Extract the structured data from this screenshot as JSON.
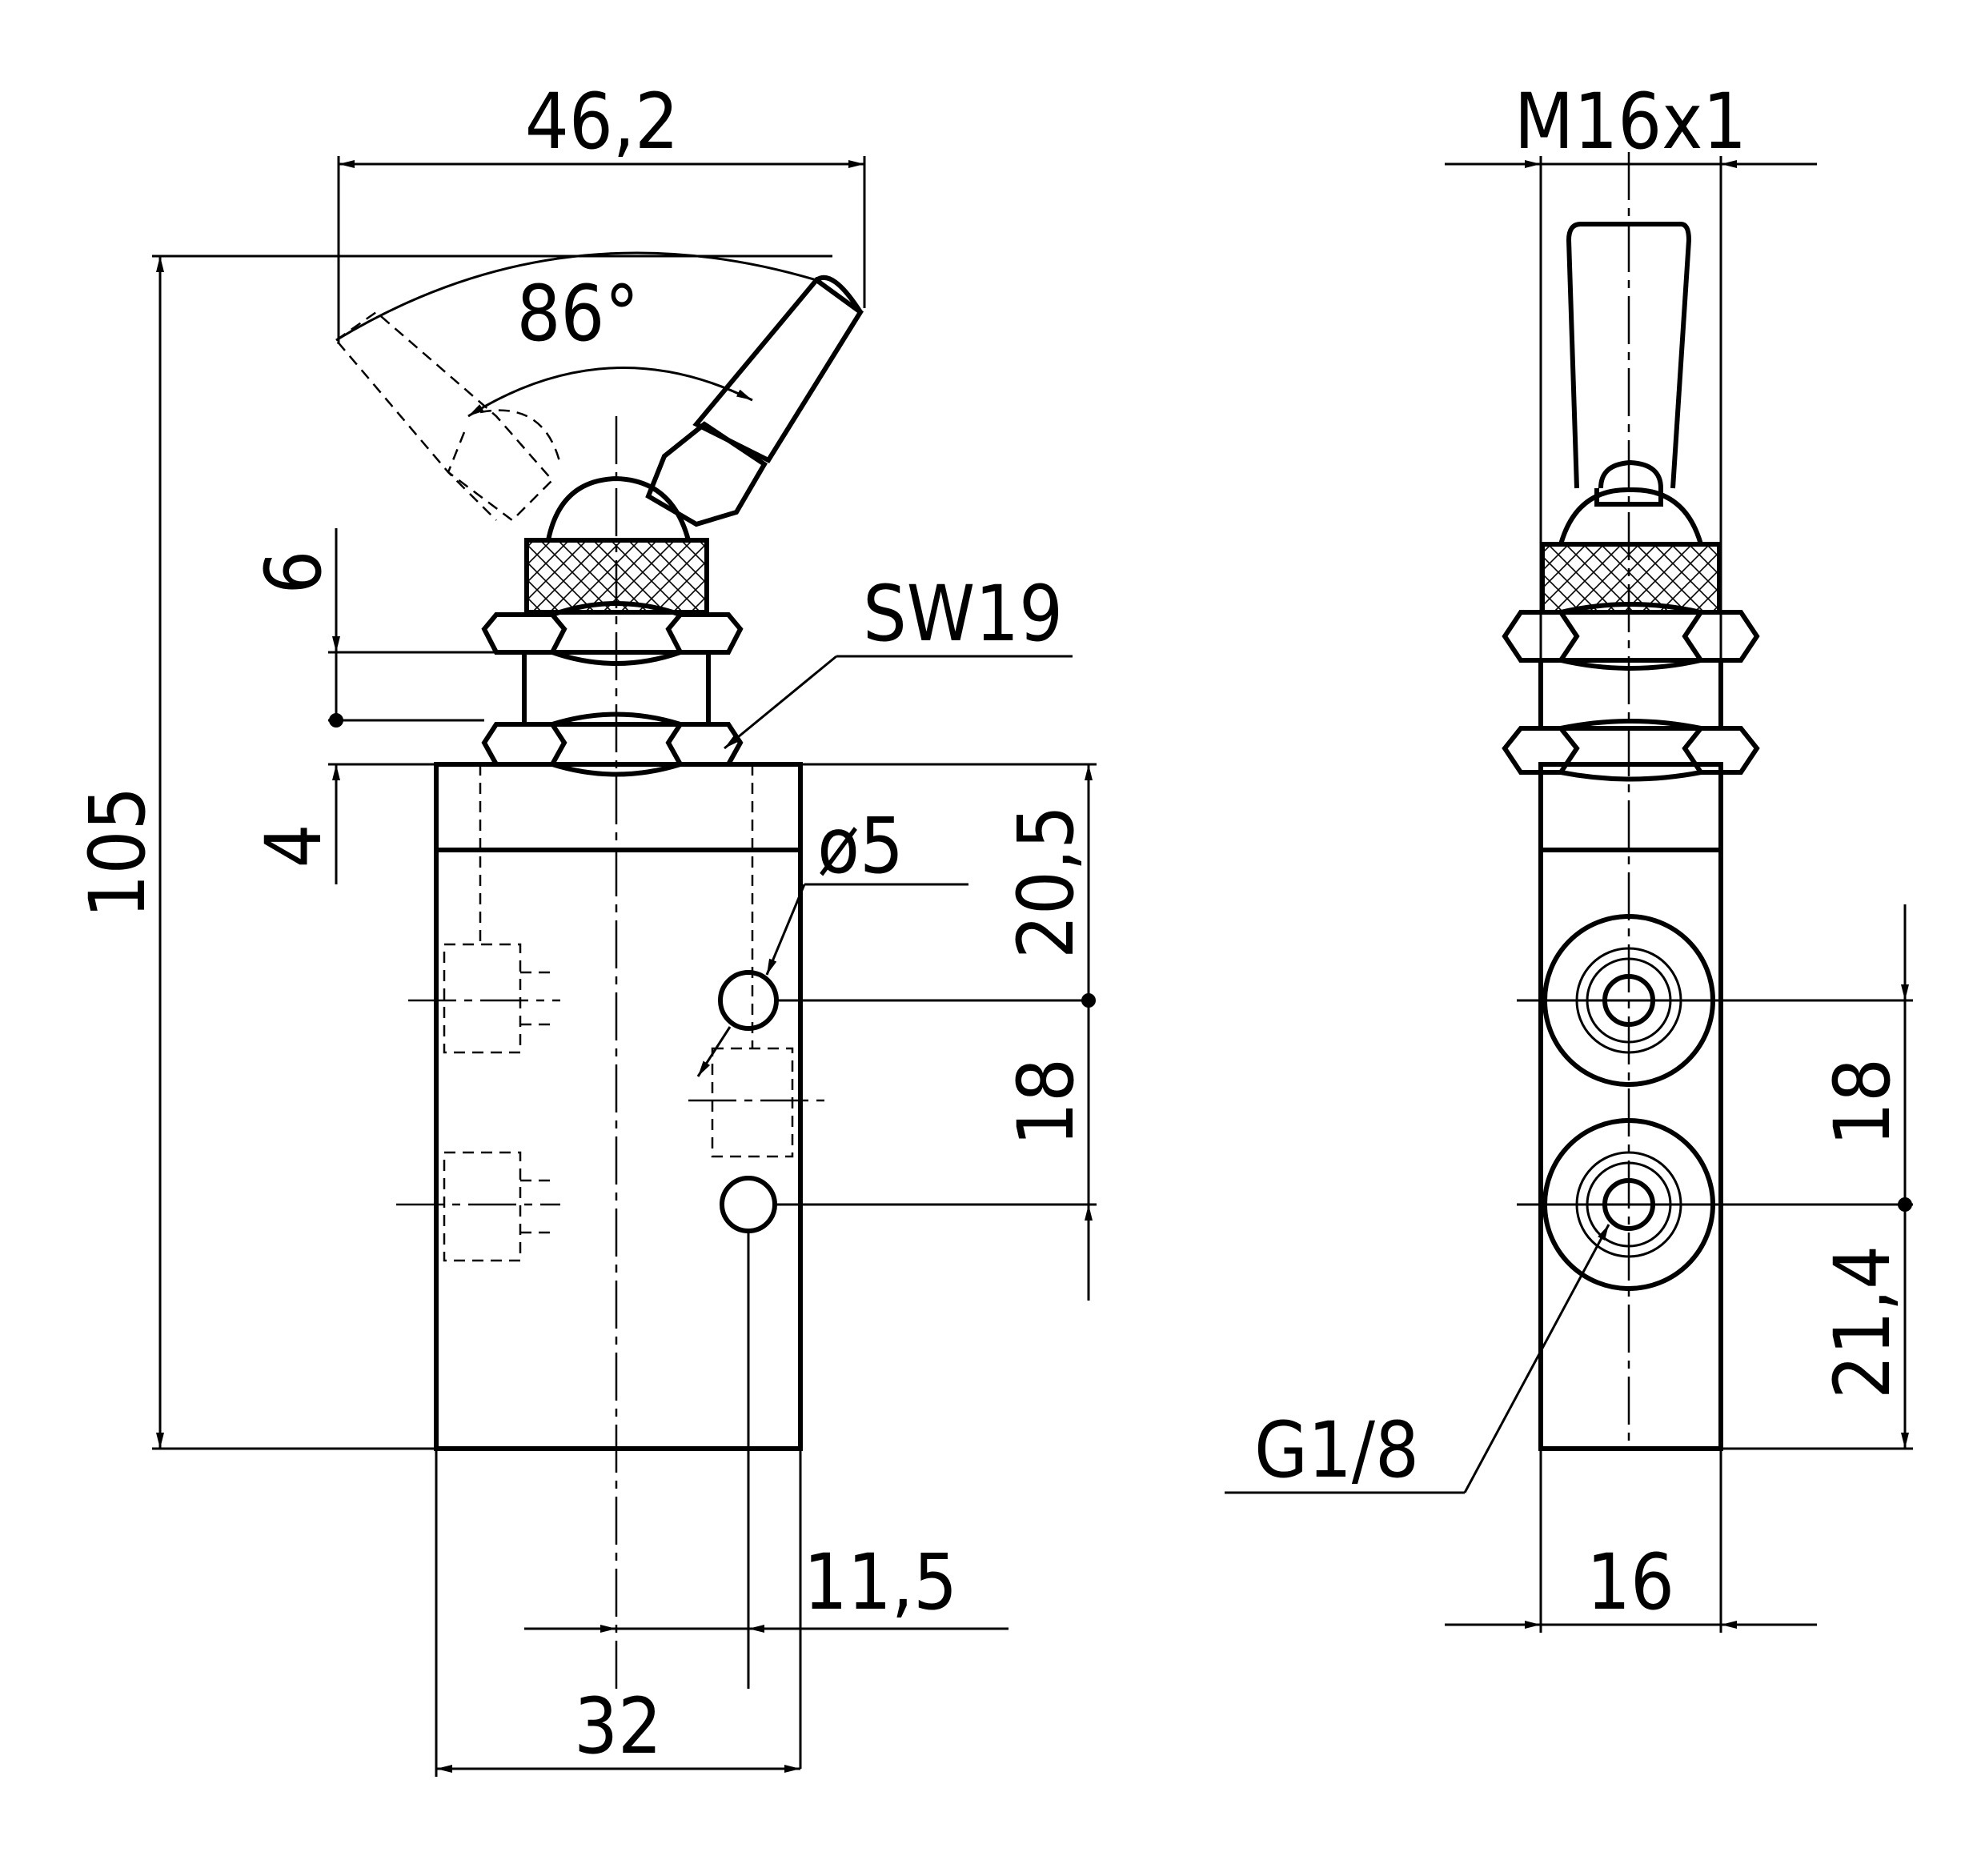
{
  "drawing": {
    "front_view": {
      "dim_width_top": "46,2",
      "dim_angle": "86°",
      "dim_height_total": "105",
      "dim_nut_6": "6",
      "dim_nut_4": "4",
      "dim_wrench": "SW19",
      "dim_hole": "ø5",
      "dim_port_offset": "20,5",
      "dim_port_pitch": "18",
      "dim_port_x": "11,5",
      "dim_body_width": "32"
    },
    "side_view": {
      "dim_thread": "M16x1",
      "dim_port_pitch": "18",
      "dim_port_bottom": "21,4",
      "dim_port_thread": "G1/8",
      "dim_body_width": "16"
    }
  }
}
